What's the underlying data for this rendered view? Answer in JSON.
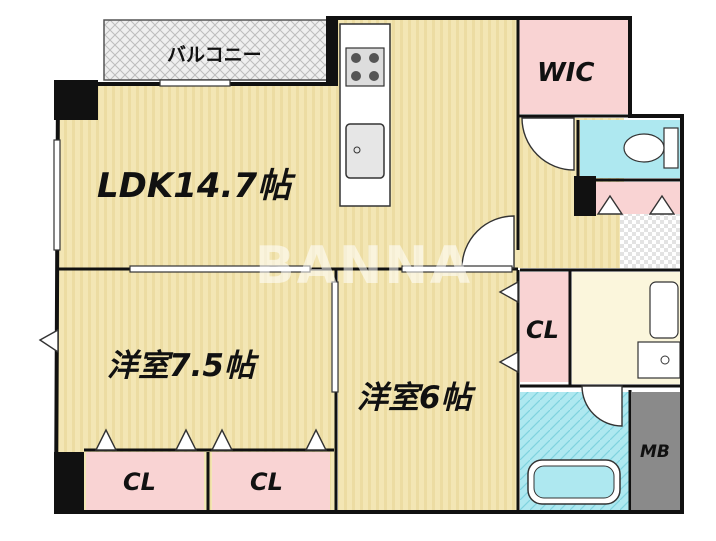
{
  "rooms": {
    "ldk": "LDK14.7帖",
    "western1": "洋室7.5帖",
    "western2": "洋室6帖",
    "wic": "WIC",
    "mb": "MB",
    "balcony": "バルコニー",
    "closet1": "CL",
    "closet2": "CL",
    "closet3": "CL"
  },
  "watermark": "BANNA",
  "colors": {
    "floor": "#f3e6b4",
    "floor_stripe": "#e9d99c",
    "closet": "#f9d3d3",
    "wic": "#f9d3d3",
    "wet_area": "#aee8f0",
    "wash_area": "#fbf6dc",
    "mb": "#8a8a8a",
    "wall": "#111111",
    "balcony_hatch": "#c8c8c8"
  }
}
